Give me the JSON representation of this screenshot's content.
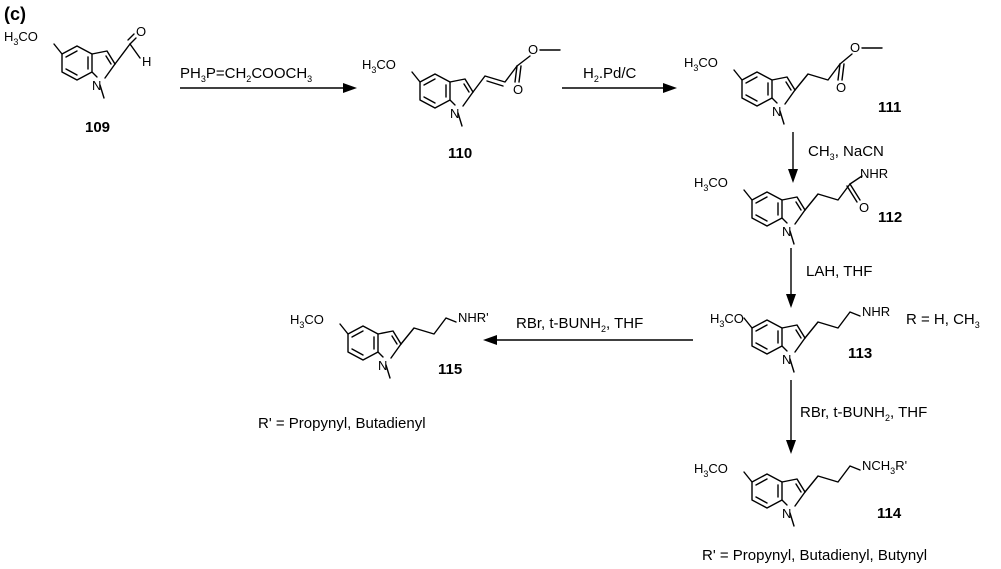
{
  "panel_label": "(c)",
  "compounds": [
    {
      "id": "109",
      "label": "109"
    },
    {
      "id": "110",
      "label": "110"
    },
    {
      "id": "111",
      "label": "111"
    },
    {
      "id": "112",
      "label": "112"
    },
    {
      "id": "113",
      "label": "113"
    },
    {
      "id": "114",
      "label": "114"
    },
    {
      "id": "115",
      "label": "115"
    }
  ],
  "reagents": {
    "step1": {
      "pre": "PH",
      "s1": "3",
      "mid": "P=CH",
      "s2": "2",
      "post": "COOCH",
      "s3": "3"
    },
    "step2": {
      "pre": "H",
      "s1": "2",
      "post": ".Pd/C"
    },
    "step3": {
      "pre": "CH",
      "s1": "3",
      "post": ", NaCN"
    },
    "step4": {
      "text": "LAH, THF"
    },
    "step5": {
      "pre": "RBr, t-BUNH",
      "s1": "2",
      "post": ", THF"
    },
    "step6": {
      "pre": "RBr, t-BUNH",
      "s1": "2",
      "post": ", THF"
    }
  },
  "atoms": {
    "methoxy_pre": "H",
    "methoxy_sub": "3",
    "methoxy_post": "CO",
    "n": "N",
    "o": "O",
    "h": "H",
    "nhr": "NHR",
    "nhr_prime": "NHR'",
    "nch3_pre": "NCH",
    "nch3_sub": "3",
    "nch3_post": "R'"
  },
  "notes": {
    "r_def_pre": "R = H, CH",
    "r_def_sub": "3",
    "r_prime_115": "R' = Propynyl, Butadienyl",
    "r_prime_114": "R' = Propynyl, Butadienyl, Butynyl"
  }
}
